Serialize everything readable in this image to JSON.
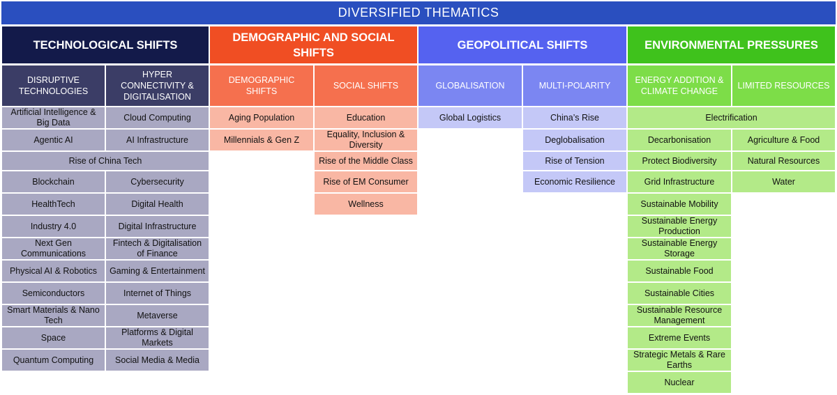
{
  "title": "DIVERSIFIED THEMATICS",
  "columns": {
    "tech": {
      "header": "TECHNOLOGICAL SHIFTS",
      "sub1": "DISRUPTIVE TECHNOLOGIES",
      "sub2": "HYPER CONNECTIVITY & DIGITALISATION",
      "items": {
        "ai_big_data": "Artificial Intelligence & Big Data",
        "cloud": "Cloud Computing",
        "agentic": "Agentic AI",
        "ai_infra": "AI Infrastructure",
        "china_tech": "Rise of China Tech",
        "blockchain": "Blockchain",
        "cyber": "Cybersecurity",
        "healthtech": "HealthTech",
        "digital_health": "Digital Health",
        "industry40": "Industry 4.0",
        "digital_infra": "Digital Infrastructure",
        "nextgen": "Next Gen Communications",
        "fintech": "Fintech & Digitalisation of Finance",
        "physical_ai": "Physical AI & Robotics",
        "gaming": "Gaming & Entertainment",
        "semis": "Semiconductors",
        "iot": "Internet of Things",
        "smart_materials": "Smart Materials & Nano Tech",
        "metaverse": "Metaverse",
        "space": "Space",
        "platforms": "Platforms & Digital Markets",
        "quantum": "Quantum Computing",
        "social_media": "Social Media & Media"
      }
    },
    "demo": {
      "header": "DEMOGRAPHIC AND SOCIAL SHIFTS",
      "sub1": "DEMOGRAPHIC SHIFTS",
      "sub2": "SOCIAL SHIFTS",
      "items": {
        "aging": "Aging Population",
        "education": "Education",
        "millennials": "Millennials & Gen Z",
        "equality": "Equality, Inclusion & Diversity",
        "middle_class": "Rise of the Middle Class",
        "em_consumer": "Rise of EM Consumer",
        "wellness": "Wellness"
      }
    },
    "geo": {
      "header": "GEOPOLITICAL SHIFTS",
      "sub1": "GLOBALISATION",
      "sub2": "MULTI-POLARITY",
      "items": {
        "logistics": "Global Logistics",
        "china_rise": "China’s Rise",
        "deglobal": "Deglobalisation",
        "tension": "Rise of Tension",
        "resilience": "Economic Resilience"
      }
    },
    "env": {
      "header": "ENVIRONMENTAL PRESSURES",
      "sub1": "ENERGY ADDITION & CLIMATE CHANGE",
      "sub2": "LIMITED RESOURCES",
      "items": {
        "electrification": "Electrification",
        "decarb": "Decarbonisation",
        "agri": "Agriculture & Food",
        "biodiversity": "Protect Biodiversity",
        "natural_res": "Natural Resources",
        "grid": "Grid Infrastructure",
        "water": "Water",
        "mobility": "Sustainable Mobility",
        "energy_prod": "Sustainable Energy Production",
        "energy_storage": "Sustainable Energy Storage",
        "food": "Sustainable Food",
        "cities": "Sustainable Cities",
        "resource_mgmt": "Sustainable Resource Management",
        "extreme": "Extreme Events",
        "metals": "Strategic Metals & Rare Earths",
        "nuclear": "Nuclear"
      }
    }
  },
  "colors": {
    "banner": "#2a4fbf",
    "tech_header": "#131a4a",
    "tech_sub": "#3b3d66",
    "tech_cell": "#a9a8c2",
    "demo_header": "#f04e23",
    "demo_sub": "#f5704e",
    "demo_cell": "#f9b7a4",
    "geo_header": "#5562f0",
    "geo_sub": "#7b86f2",
    "geo_cell": "#c4c8f7",
    "env_header": "#3fc21c",
    "env_sub": "#7ddd48",
    "env_cell": "#b3ea88"
  }
}
